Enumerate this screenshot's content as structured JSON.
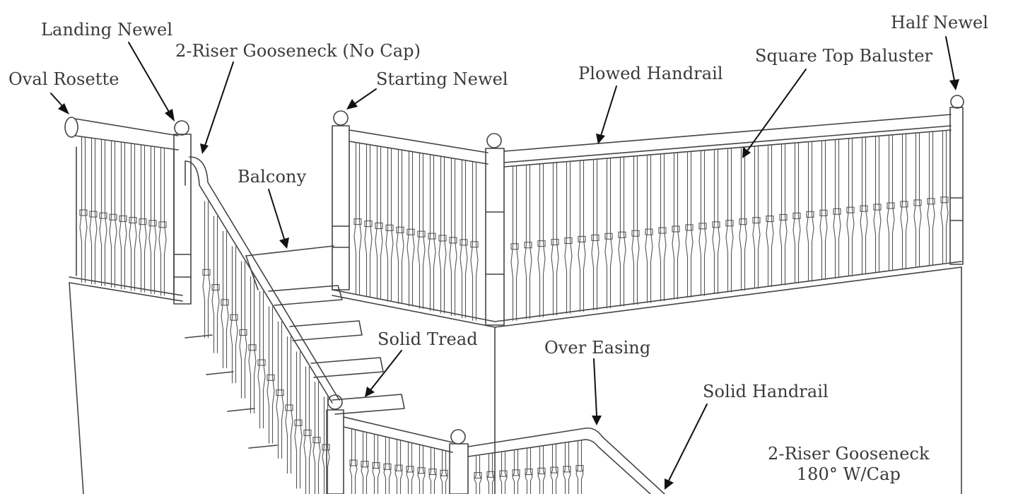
{
  "labels": {
    "landing_newel": "Landing Newel",
    "riser_gooseneck_no_cap": "2-Riser Gooseneck (No Cap)",
    "oval_rosette": "Oval Rosette",
    "starting_newel": "Starting Newel",
    "plowed_handrail": "Plowed Handrail",
    "square_top_baluster": "Square Top Baluster",
    "half_newel": "Half Newel",
    "balcony": "Balcony",
    "solid_tread": "Solid Tread",
    "over_easing": "Over Easing",
    "solid_handrail": "Solid Handrail",
    "riser_gooseneck_180_line1": "2-Riser Gooseneck",
    "riser_gooseneck_180_line2": "180° W/Cap"
  }
}
